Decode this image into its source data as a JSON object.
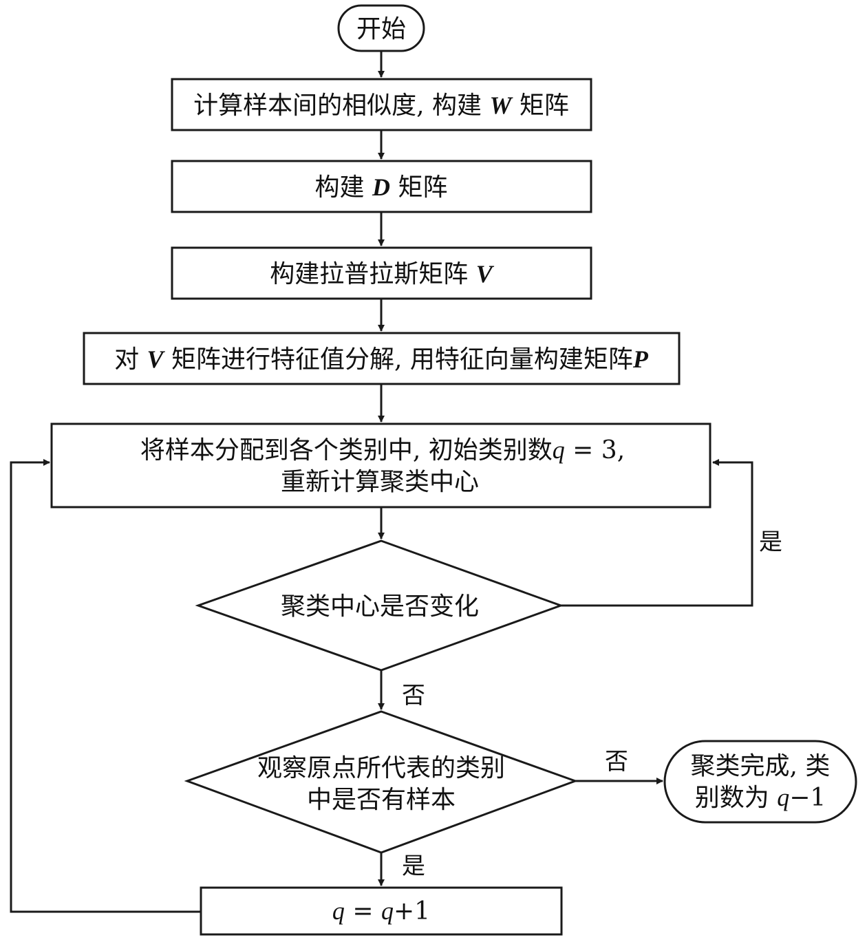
{
  "colors": {
    "stroke": "#1a1a1a",
    "text": "#111111",
    "background": "#ffffff"
  },
  "nodes": {
    "start": {
      "label": "开始"
    },
    "similarity": {
      "prefix": "计算样本间的相似度, 构建 ",
      "var": "W",
      "suffix": " 矩阵"
    },
    "degree": {
      "prefix": "构建 ",
      "var": "D",
      "suffix": " 矩阵"
    },
    "laplacian": {
      "prefix": "构建拉普拉斯矩阵 ",
      "var": "V"
    },
    "eigen": {
      "prefix": "对 ",
      "var1": "V",
      "middle": " 矩阵进行特征值分解, 用特征向量构建矩阵",
      "var2": "P"
    },
    "assign": {
      "line1_prefix": "将样本分配到各个类别中, 初始类别数",
      "line1_var": "q",
      "line1_eq": " = 3,",
      "line2": "重新计算聚类中心"
    },
    "center_changed": {
      "label": "聚类中心是否变化"
    },
    "origin_check": {
      "line1": "观察原点所代表的类别",
      "line2": "中是否有样本"
    },
    "done": {
      "line1": "聚类完成, 类",
      "line2_prefix": "别数为 ",
      "line2_var": "q",
      "line2_suffix": "−1"
    },
    "increment": {
      "var1": "q",
      "eq": " = ",
      "var2": "q",
      "suffix": "+1"
    }
  },
  "edge_labels": {
    "changed_yes": "是",
    "changed_no": "否",
    "origin_no": "否",
    "origin_yes": "是"
  }
}
